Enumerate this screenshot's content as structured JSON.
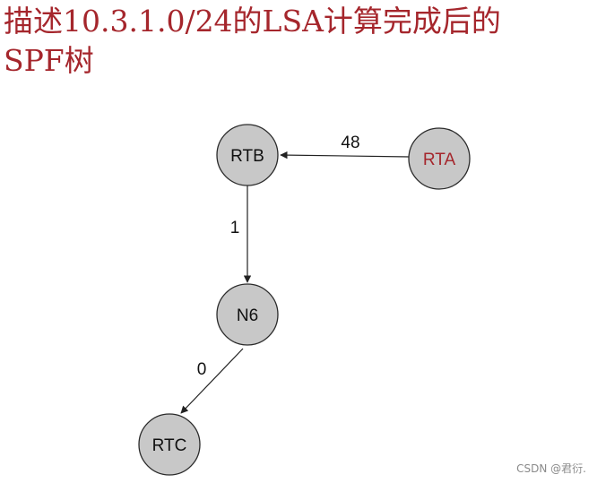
{
  "title": {
    "line1": "描述10.3.1.0/24的LSA计算完成后的",
    "line2": "SPF树"
  },
  "nodes": {
    "rtb": "RTB",
    "rta": "RTA",
    "n6": "N6",
    "rtc": "RTC"
  },
  "edges": {
    "rta_rtb": "48",
    "rtb_n6": "1",
    "n6_rtc": "0"
  },
  "colors": {
    "title": "#a5262c",
    "root_label": "#a5262c",
    "node_fill": "#c8c8c8",
    "node_stroke": "#2b2b2b",
    "edge": "#222222"
  },
  "watermark": "CSDN @君衍."
}
